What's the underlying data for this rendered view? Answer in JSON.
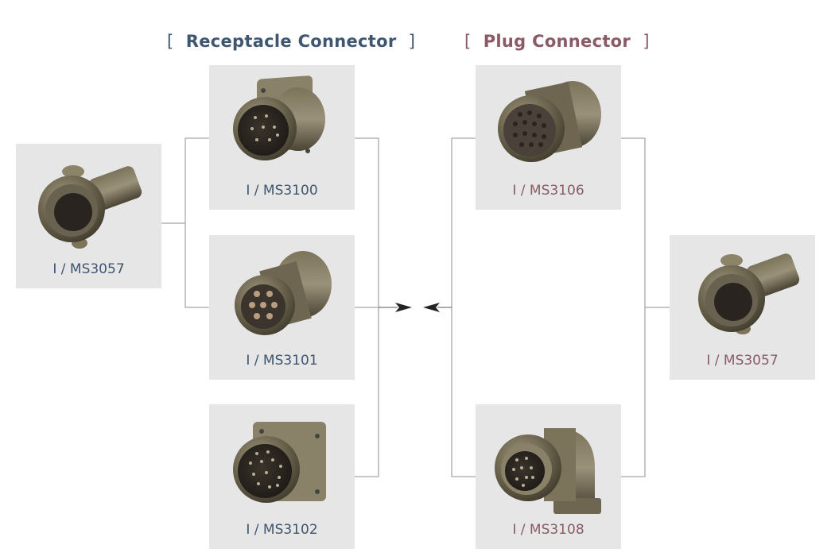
{
  "headings": {
    "receptacle": {
      "open": "[",
      "text": "Receptacle Connector",
      "close": "]"
    },
    "plug": {
      "open": "[",
      "text": "Plug Connector",
      "close": "]"
    }
  },
  "colors": {
    "receptacle_text": "#3f5671",
    "plug_text": "#8a5a66",
    "card_bg": "#e6e6e6",
    "line": "#a8a8a8",
    "arrow": "#222222"
  },
  "cards": {
    "left_clamp": {
      "label": "I / MS3057",
      "icon": "cable-clamp-icon"
    },
    "ms3100": {
      "label": "I / MS3100",
      "icon": "wall-mount-receptacle-icon"
    },
    "ms3101": {
      "label": "I / MS3101",
      "icon": "inline-receptacle-icon"
    },
    "ms3102": {
      "label": "I / MS3102",
      "icon": "box-mount-receptacle-icon"
    },
    "ms3106": {
      "label": "I / MS3106",
      "icon": "straight-plug-icon"
    },
    "ms3108": {
      "label": "I / MS3108",
      "icon": "angle-plug-icon"
    },
    "right_clamp": {
      "label": "I / MS3057",
      "icon": "cable-clamp-icon"
    }
  },
  "mating_arrows": {
    "left": "arrow-right-icon",
    "right": "arrow-left-icon"
  }
}
